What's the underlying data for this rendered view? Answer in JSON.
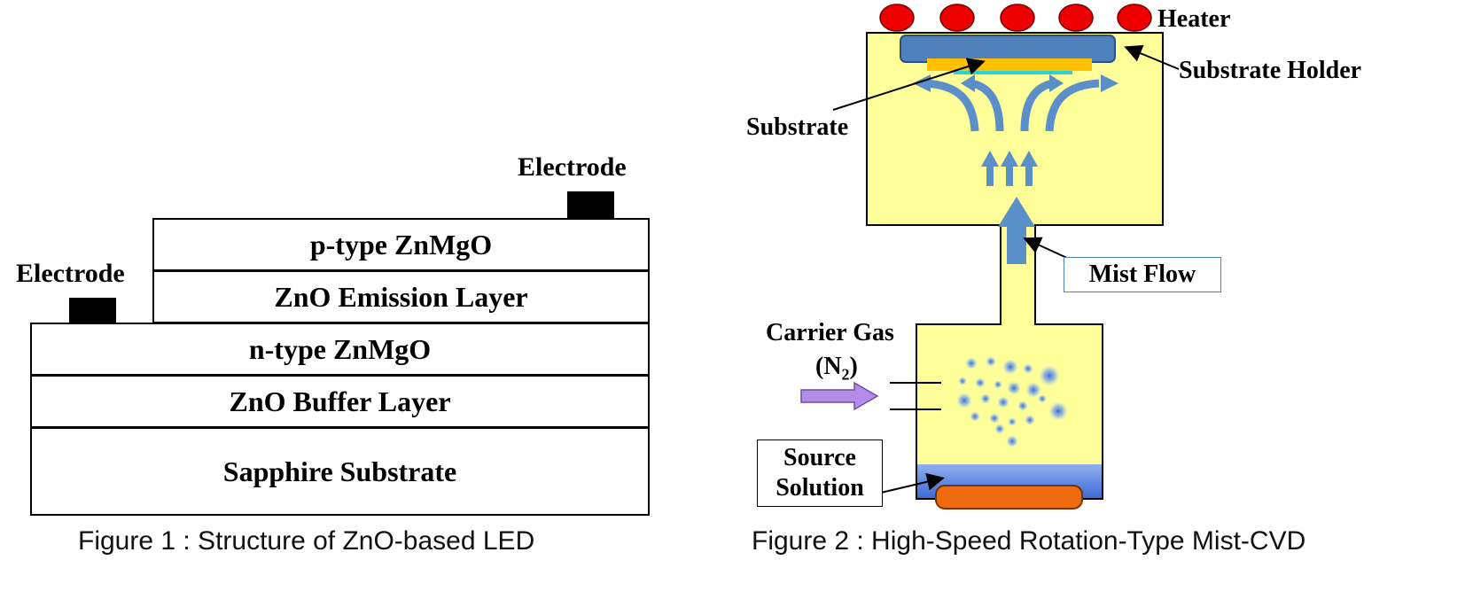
{
  "figure1": {
    "caption": "Figure 1 :  Structure of ZnO-based LED",
    "electrode_top_label": "Electrode",
    "electrode_left_label": "Electrode",
    "layers": {
      "p_type": "p-type ZnMgO",
      "emission": "ZnO Emission Layer",
      "n_type": "n-type ZnMgO",
      "buffer": "ZnO Buffer Layer",
      "substrate": "Sapphire Substrate"
    }
  },
  "figure2": {
    "caption": "Figure 2 : High-Speed Rotation-Type Mist-CVD",
    "labels": {
      "heater": "Heater",
      "substrate_holder": "Substrate Holder",
      "substrate": "Substrate",
      "mist_flow": "Mist Flow",
      "carrier_gas": "Carrier Gas",
      "carrier_gas_formula_prefix": "(N",
      "carrier_gas_formula_sub": "2",
      "carrier_gas_formula_suffix": ")",
      "source_line1": "Source",
      "source_line2": "Solution"
    },
    "colors": {
      "chamber": "#ffff99",
      "heater": "#ee0000",
      "holder": "#4f81bd",
      "substrate": "#ffc000",
      "flow_arrows": "#5b8fc9",
      "carrier_arrow": "#b28ce8",
      "source_solution": "#4f7bd8",
      "source_dish": "#f06a10"
    }
  }
}
